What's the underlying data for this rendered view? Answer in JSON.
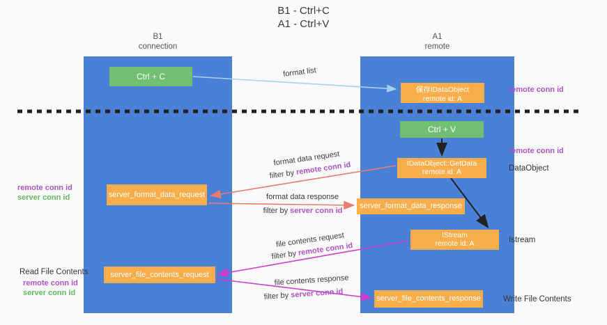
{
  "title": {
    "line1": "B1 - Ctrl+C",
    "line2": "A1 - Ctrl+V"
  },
  "columns": {
    "left": {
      "title": "B1",
      "subtitle": "connection"
    },
    "right": {
      "title": "A1",
      "subtitle": "remote"
    }
  },
  "boxes": {
    "ctrl_c": "Ctrl + C",
    "ctrl_v": "Ctrl + V",
    "save_dataobject": {
      "line1": "保存IDataObject",
      "line2": "remote id: A"
    },
    "getdata": {
      "line1": "IDataObject::GetData",
      "line2": "remote id: A"
    },
    "istream": {
      "line1": "IStream",
      "line2": "remote id: A"
    },
    "format_request": "server_format_data_request",
    "format_response": "server_format_data_response",
    "file_request": "server_file_contents_request",
    "file_response": "server_file_contents_response"
  },
  "arrow_labels": {
    "format_list": "format list",
    "format_data_request": "format data request",
    "format_data_response": "format data response",
    "file_contents_request": "file contents request",
    "file_contents_response": "file contents response",
    "filter_by": "filter by ",
    "remote_conn_id": "remote conn id",
    "server_conn_id": "server conn id"
  },
  "side_labels": {
    "remote_conn_id": "remote conn id",
    "server_conn_id": "server conn id",
    "dataobject": "DataObject",
    "istream": "Istream",
    "read_file_contents": "Read File Contents",
    "write_file_contents": "Write File Contents"
  },
  "colors": {
    "column_blue": "#4a80d6",
    "box_green": "#70bf73",
    "box_orange": "#f9ae4b",
    "purple_text": "#af52c6",
    "green_text": "#63b863",
    "arrow_lightblue": "#a6d2ef",
    "arrow_red": "#e97b6f",
    "arrow_magenta": "#cc3fcf",
    "arrow_black": "#222222"
  }
}
